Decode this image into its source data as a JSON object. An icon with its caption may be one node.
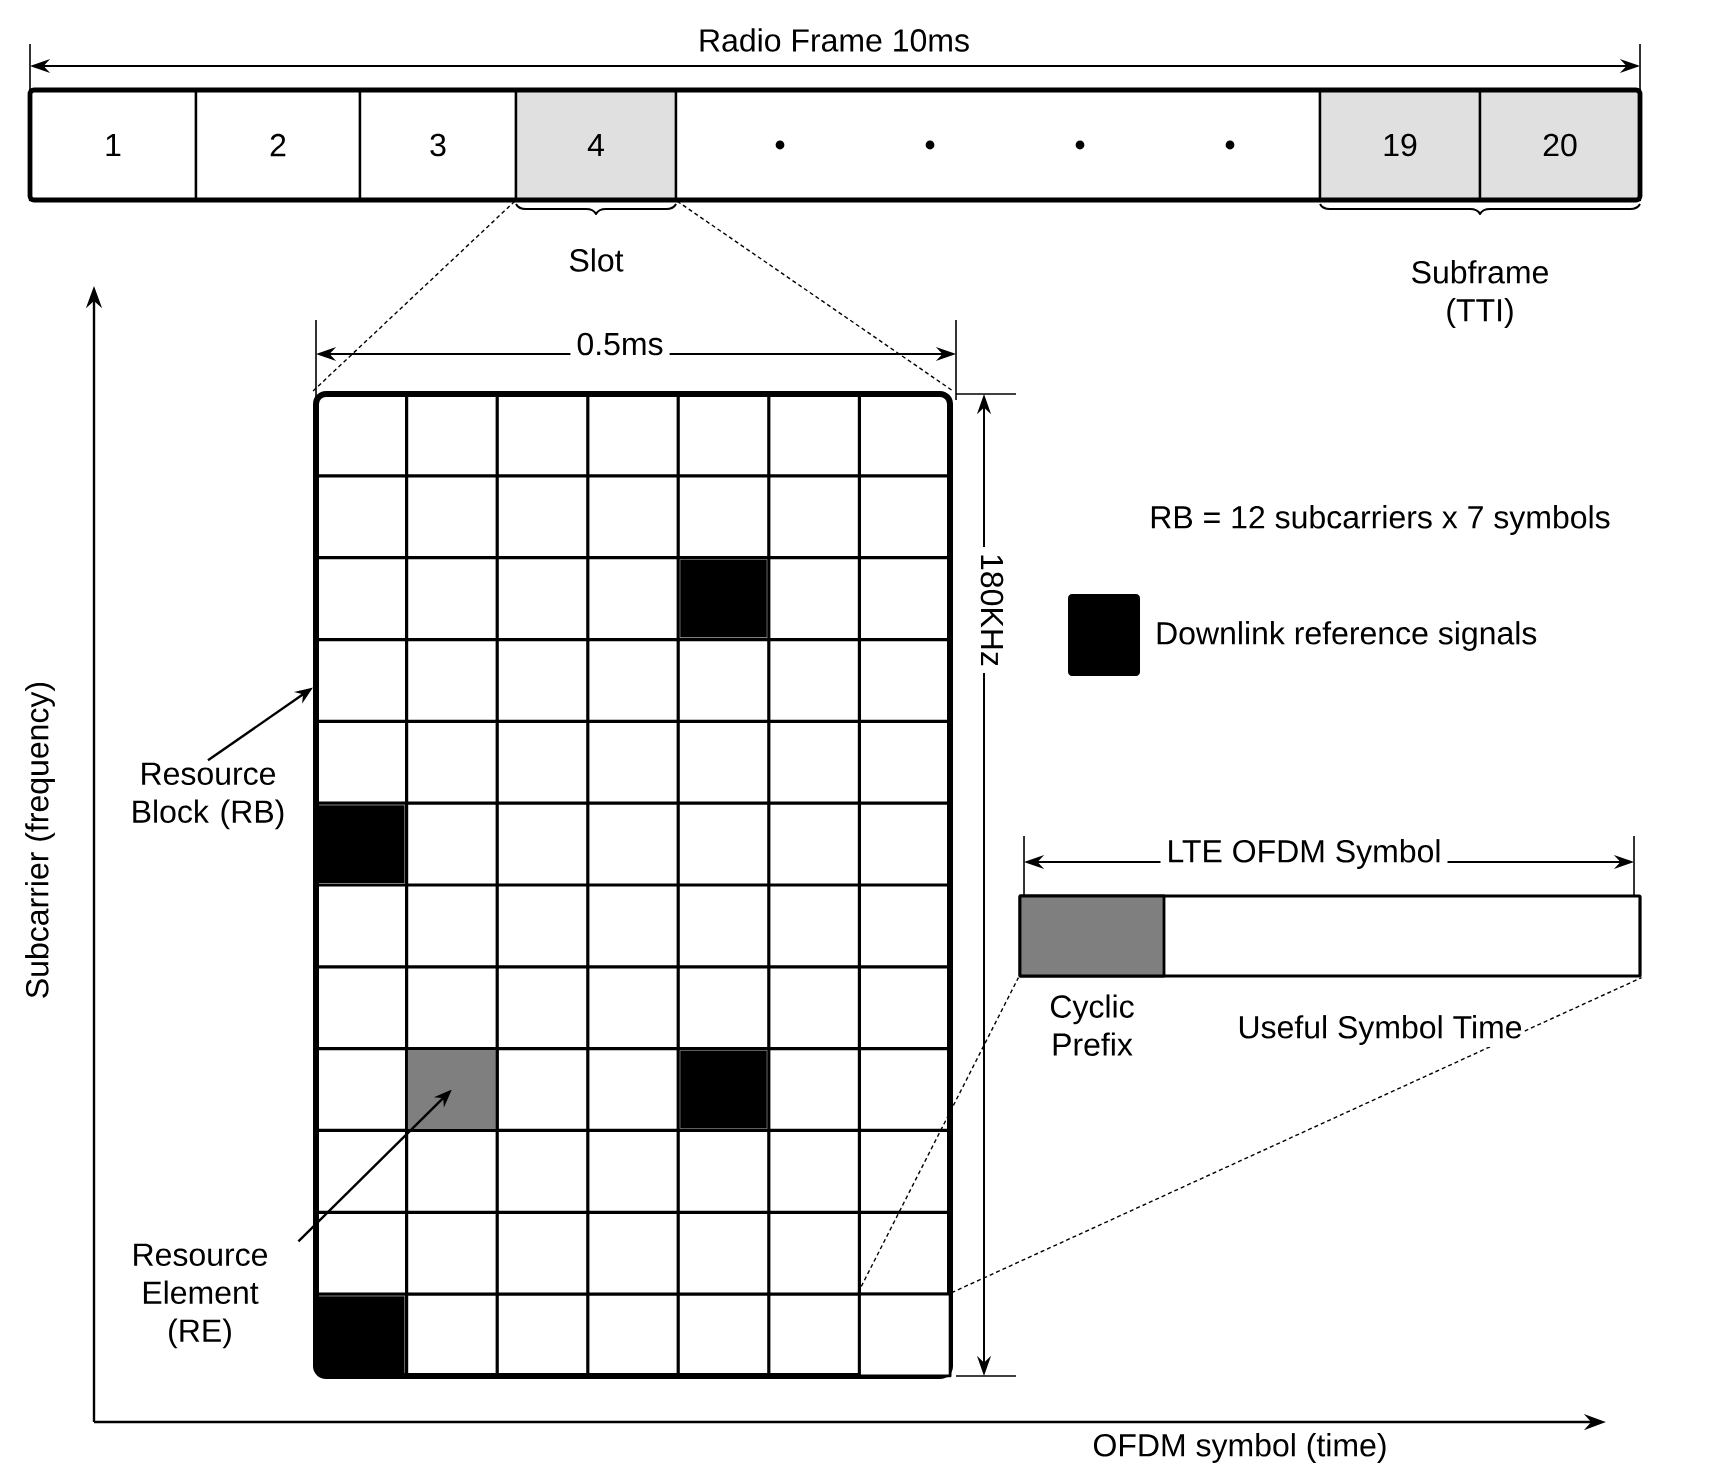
{
  "diagram": {
    "nodes": [
      {
        "text": [
          "1"
        ]
      },
      {
        "text": [
          "2"
        ]
      },
      {
        "text": [
          "3"
        ]
      },
      {
        "text": [
          "4"
        ]
      },
      {
        "text": [],
        "shape": "box"
      },
      {
        "text": [
          "19"
        ]
      },
      {
        "text": [
          "20"
        ]
      },
      {
        "text": [],
        "shape": "box"
      },
      {
        "text": [],
        "shape": "box",
        "in": 7
      },
      {
        "text": [],
        "shape": "box",
        "in": 7
      },
      {
        "text": [],
        "shape": "bar"
      },
      {
        "text": [],
        "shape": "box",
        "in": 10,
        "beside": [
          "Cyclic Prefix"
        ]
      },
      {
        "text": [
          "Resource Block (RB)"
        ]
      },
      {
        "text": [
          "Resource Element (RE)"
        ]
      }
    ],
    "edges": [
      {
        "from": 3,
        "to": 7,
        "arrow": "none",
        "style": "dashed"
      },
      {
        "from": 3,
        "to": 7,
        "arrow": "none",
        "style": "dashed"
      },
      {
        "from": 12,
        "to": 7,
        "arrow": "to"
      },
      {
        "from": 13,
        "to": 8,
        "arrow": "to"
      },
      {
        "from": 9,
        "to": 10,
        "arrow": "none",
        "style": "dashed"
      },
      {
        "from": 9,
        "to": 10,
        "arrow": "none",
        "style": "dashed"
      }
    ],
    "labels": [
      "Radio Frame 10ms",
      "Slot",
      "Subframe (TTI)",
      "0.5ms",
      "Subcarrier (frequency)",
      "180KHz",
      "RB = 12 subcarriers x 7 symbols",
      "LTE OFDM Symbol",
      "Useful Symbol Time",
      "OFDM symbol (time)"
    ],
    "legend": [
      {
        "text": "Downlink reference signals",
        "color": "#000000"
      }
    ]
  }
}
